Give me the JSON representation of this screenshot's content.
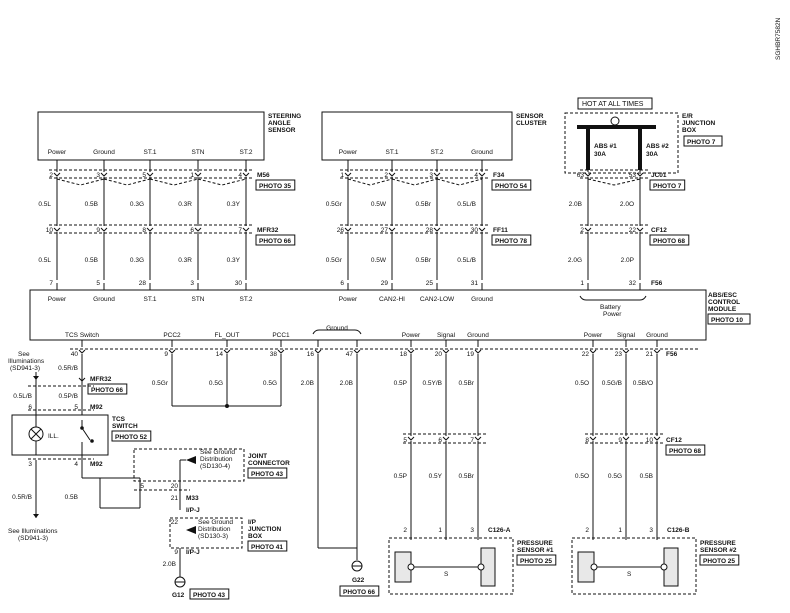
{
  "ref_code": "SGHBR7582N",
  "hot_label": "HOT AT ALL TIMES",
  "steering": {
    "title": [
      "STEERING",
      "ANGLE",
      "SENSOR"
    ],
    "pins": [
      "Power",
      "Ground",
      "ST.1",
      "STN",
      "ST.2"
    ],
    "top_nums": [
      "2",
      "3",
      "5",
      "1",
      "4"
    ],
    "conn": "M56",
    "photo": "PHOTO 35",
    "w1": [
      "0.5L",
      "0.5B",
      "0.3G",
      "0.3R",
      "0.3Y"
    ],
    "mid_nums": [
      "10",
      "9",
      "8",
      "6",
      "7"
    ],
    "conn2": "MFR32",
    "photo2": "PHOTO 66",
    "w2": [
      "0.5L",
      "0.5B",
      "0.3G",
      "0.3R",
      "0.3Y"
    ],
    "bot_nums": [
      "7",
      "5",
      "28",
      "3",
      "30"
    ]
  },
  "sensor": {
    "title": [
      "SENSOR",
      "CLUSTER"
    ],
    "pins": [
      "Power",
      "ST.1",
      "ST.2",
      "Ground"
    ],
    "top_nums": [
      "1",
      "2",
      "3",
      "4"
    ],
    "conn": "F34",
    "photo": "PHOTO 54",
    "w1": [
      "0.5Gr",
      "0.5W",
      "0.5Br",
      "0.5L/B"
    ],
    "mid_nums": [
      "26",
      "27",
      "28",
      "30"
    ],
    "conn2": "FF11",
    "photo2": "PHOTO 78",
    "w2": [
      "0.5Gr",
      "0.5W",
      "0.5Br",
      "0.5L/B"
    ],
    "bot_nums": [
      "6",
      "29",
      "25",
      "31"
    ]
  },
  "junction": {
    "title": [
      "E/R",
      "JUNCTION",
      "BOX"
    ],
    "photo": "PHOTO 7",
    "fuse1": [
      "ABS #1",
      "30A"
    ],
    "fuse2": [
      "ABS #2",
      "30A"
    ],
    "top_nums": [
      "63",
      "53"
    ],
    "conn": "JC01",
    "w1": [
      "2.0B",
      "2.0O"
    ],
    "mid_nums": [
      "2",
      "22"
    ],
    "conn2": "CF12",
    "photo2": "PHOTO 68",
    "w2": [
      "2.0G",
      "2.0P"
    ],
    "bot_nums": [
      "1",
      "32"
    ],
    "conn3": "F56"
  },
  "module": {
    "title": [
      "ABS/ESC",
      "CONTROL",
      "MODULE"
    ],
    "photo": "PHOTO 10",
    "top_labels": [
      "Power",
      "Ground",
      "ST.1",
      "STN",
      "ST.2",
      "Power",
      "CAN2-HI",
      "CAN2-LOW",
      "Ground"
    ],
    "battery": [
      "Battery",
      "Power"
    ],
    "bottom_labels": [
      "TCS Switch",
      "PCC2",
      "FL_OUT",
      "PCC1",
      "Ground",
      "Power",
      "Signal",
      "Ground",
      "Power",
      "Signal",
      "Ground"
    ],
    "bottom_nums": [
      "40",
      "9",
      "14",
      "38",
      "16",
      "47",
      "18",
      "20",
      "19",
      "22",
      "23",
      "21"
    ],
    "conn": "F56"
  },
  "lower": {
    "see_illum_top": [
      "See",
      "Illuminations",
      "(SD941-3)"
    ],
    "see_illum_bot": [
      "See Illuminations",
      "(SD941-3)"
    ],
    "tcs_wire": "0.5R/B",
    "mfr32": "MFR32",
    "mfr32_photo": "PHOTO 66",
    "wire_05lb": "0.5L/B",
    "wire_05pb": "0.5P/B",
    "pin6": "6",
    "pin5": "5",
    "m92": "M92",
    "tcs_title": [
      "TCS",
      "SWITCH"
    ],
    "tcs_photo": "PHOTO 52",
    "ill": "ILL.",
    "pin3": "3",
    "pin4": "4",
    "m92b": "M92",
    "wire_05rb2": "0.5R/B",
    "wire_05b": "0.5B",
    "w_pcc": [
      "0.5Gr",
      "0.5G",
      "0.5G"
    ],
    "w_gnd": [
      "2.0B",
      "2.0B"
    ],
    "w_s1": [
      "0.5P",
      "0.5Y/B",
      "0.5Br"
    ],
    "w_s2": [
      "0.5O",
      "0.5G/B",
      "0.5B/O"
    ],
    "cf12_nums1": [
      "5",
      "6",
      "7"
    ],
    "cf12_nums2": [
      "8",
      "9",
      "10"
    ],
    "cf12": "CF12",
    "cf12_photo": "PHOTO 68",
    "w_s1b": [
      "0.5P",
      "0.5Y",
      "0.5Br"
    ],
    "w_s2b": [
      "0.5O",
      "0.5G",
      "0.5B"
    ],
    "c126a_nums": [
      "2",
      "1",
      "3"
    ],
    "c126a": "C126-A",
    "c126b_nums": [
      "2",
      "1",
      "3"
    ],
    "c126b": "C126-B",
    "ps1": [
      "PRESSURE",
      "SENSOR #1"
    ],
    "ps1_photo": "PHOTO 25",
    "ps2": [
      "PRESSURE",
      "SENSOR #2"
    ],
    "ps2_photo": "PHOTO 25",
    "s_label": "S",
    "jc_see": [
      "See Ground",
      "Distribution",
      "(SD130-4)"
    ],
    "jc_title": [
      "JOINT",
      "CONNECTOR"
    ],
    "jc_photo": "PHOTO 43",
    "m33_nums": [
      "5",
      "20",
      "21"
    ],
    "m33": "M33",
    "ipj1": "I/P-J",
    "ip_nums": [
      "22",
      "9"
    ],
    "ipj2": "I/P-J",
    "ip_see": [
      "See Ground",
      "Distribution",
      "(SD130-3)"
    ],
    "ip_title": [
      "I/P",
      "JUNCTION",
      "BOX"
    ],
    "ip_photo": "PHOTO 41",
    "w_20b": "2.0B",
    "g12": "G12",
    "g12_photo": "PHOTO 43",
    "g22": "G22",
    "g22_photo": "PHOTO 66",
    "gnd_label": "Ground"
  }
}
